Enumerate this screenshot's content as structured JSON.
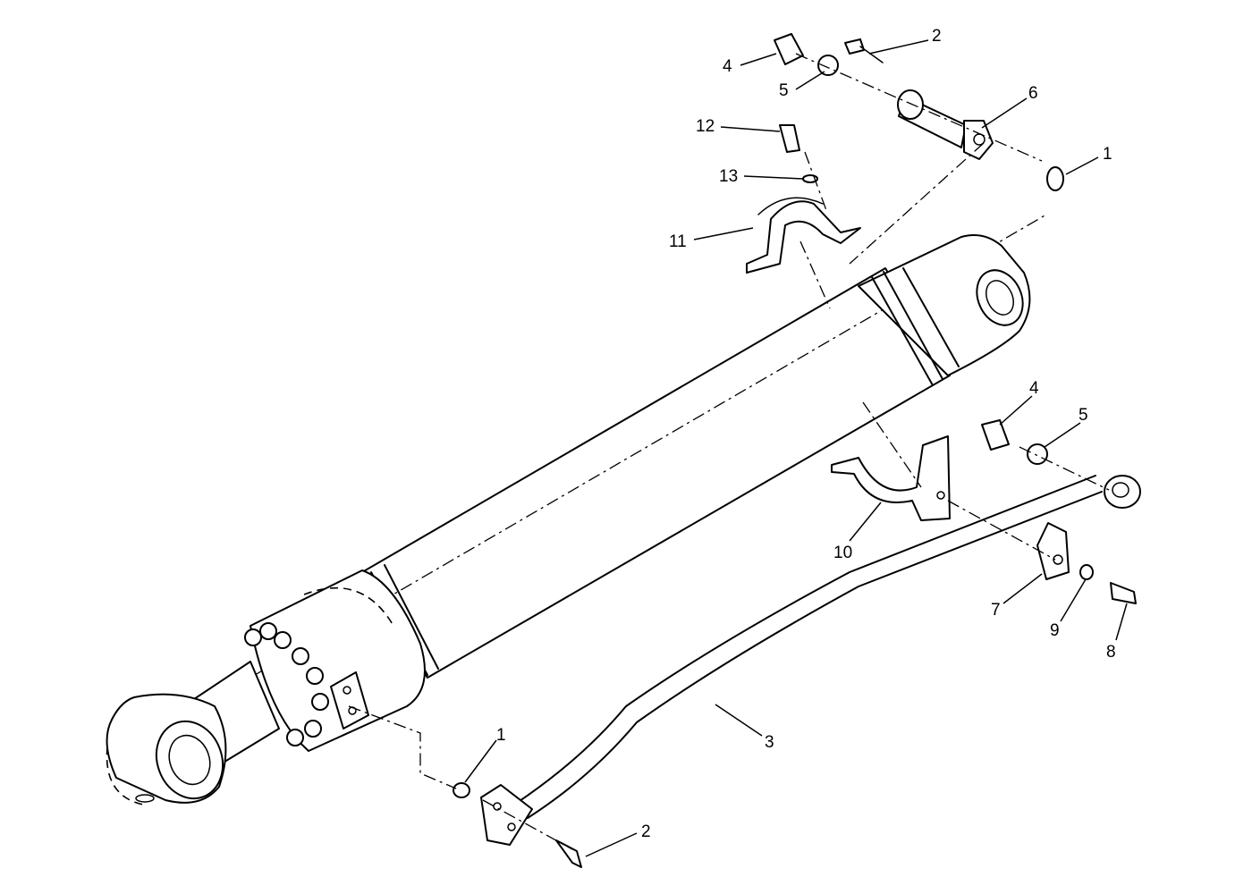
{
  "diagram": {
    "type": "exploded parts diagram",
    "subject": "hydraulic cylinder with tube line, clamps and fittings",
    "colors": {
      "line": "#000000",
      "background": "#ffffff"
    },
    "callouts": [
      {
        "id": "c-2-top",
        "label": "2",
        "part": 2
      },
      {
        "id": "c-4-top",
        "label": "4",
        "part": 4
      },
      {
        "id": "c-5-top",
        "label": "5",
        "part": 5
      },
      {
        "id": "c-6",
        "label": "6",
        "part": 6
      },
      {
        "id": "c-1-top",
        "label": "1",
        "part": 1
      },
      {
        "id": "c-12",
        "label": "12",
        "part": 12
      },
      {
        "id": "c-13",
        "label": "13",
        "part": 13
      },
      {
        "id": "c-11",
        "label": "11",
        "part": 11
      },
      {
        "id": "c-4-mid",
        "label": "4",
        "part": 4
      },
      {
        "id": "c-5-mid",
        "label": "5",
        "part": 5
      },
      {
        "id": "c-10",
        "label": "10",
        "part": 10
      },
      {
        "id": "c-7",
        "label": "7",
        "part": 7
      },
      {
        "id": "c-9",
        "label": "9",
        "part": 9
      },
      {
        "id": "c-8",
        "label": "8",
        "part": 8
      },
      {
        "id": "c-3",
        "label": "3",
        "part": 3
      },
      {
        "id": "c-1-bot",
        "label": "1",
        "part": 1
      },
      {
        "id": "c-2-bot",
        "label": "2",
        "part": 2
      }
    ]
  }
}
